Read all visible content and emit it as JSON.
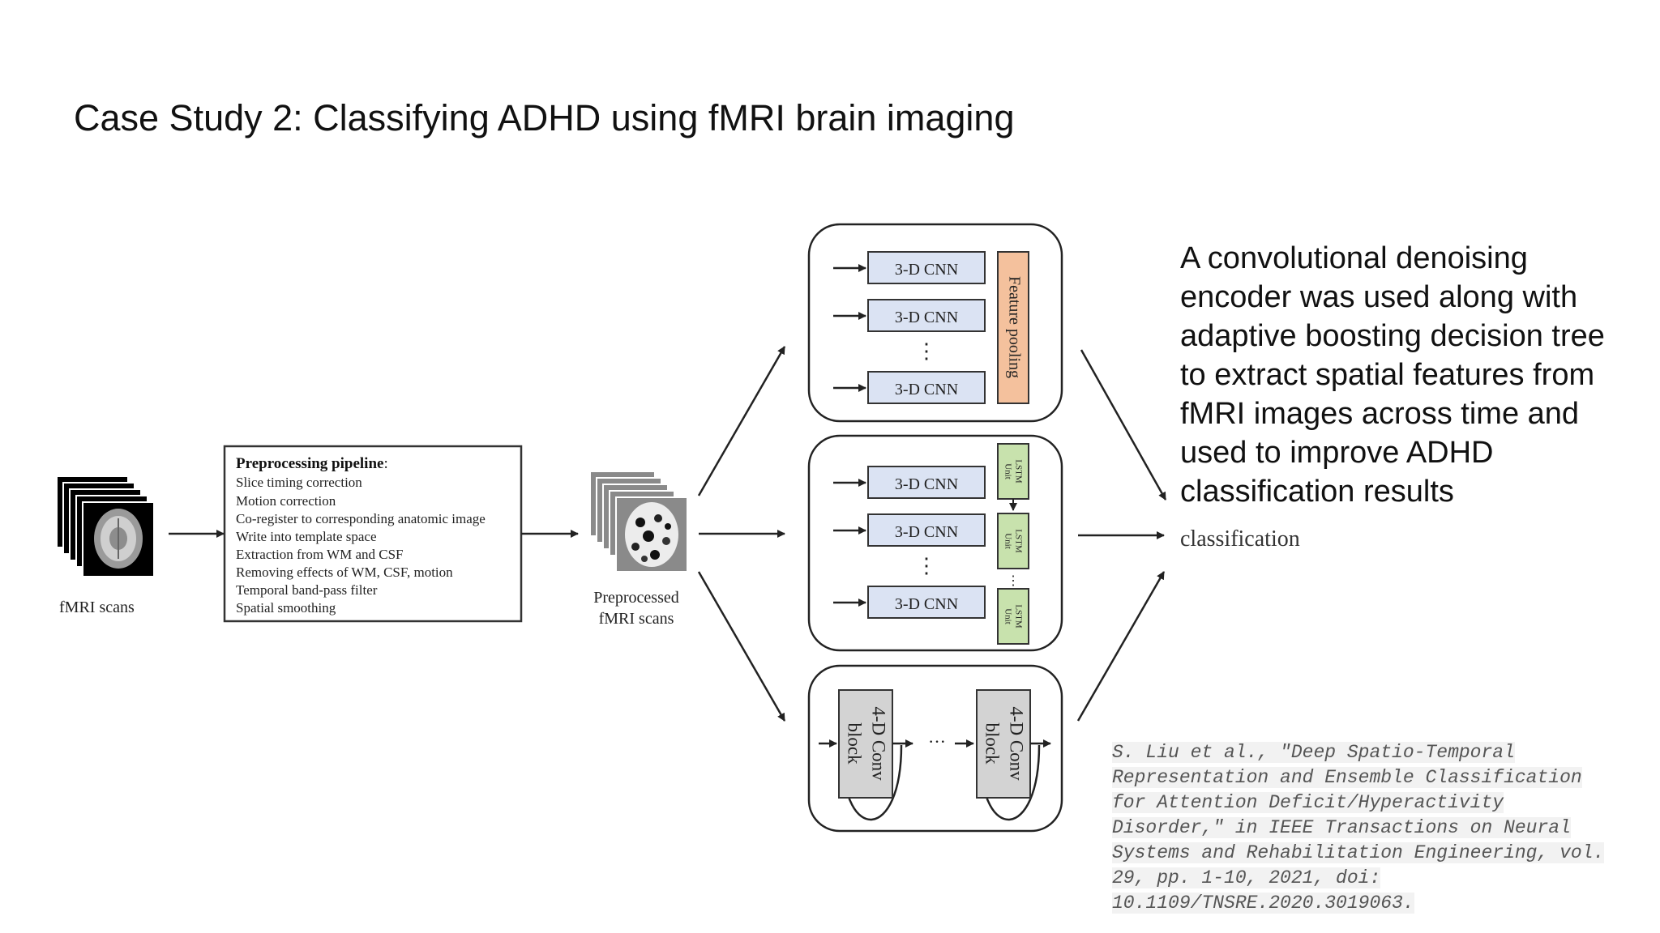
{
  "slide": {
    "title": "Case Study 2: Classifying ADHD using fMRI brain imaging",
    "description": "A convolutional denoising encoder was used along with adaptive boosting decision tree to extract spatial features from fMRI images across time and used to improve ADHD classification results",
    "citation": [
      "S. Liu et al., \"Deep Spatio-Temporal",
      "Representation and Ensemble Classification",
      "for Attention Deficit/Hyperactivity",
      "Disorder,\" in IEEE Transactions on Neural",
      "Systems and Rehabilitation Engineering, vol.",
      "29, pp. 1-10, 2021, doi:",
      "10.1109/TNSRE.2020.3019063."
    ]
  },
  "diagram": {
    "input_label": "fMRI scans",
    "pipeline": {
      "title": "Preprocessing pipeline",
      "steps": [
        "Slice timing correction",
        "Motion correction",
        "Co-register to corresponding anatomic image",
        "Write into template space",
        "Extraction from WM and CSF",
        "Removing effects of WM, CSF, motion",
        "Temporal band-pass filter",
        "Spatial smoothing"
      ]
    },
    "preprocessed_label": [
      "Preprocessed",
      "fMRI scans"
    ],
    "cnn_label": "3-D CNN",
    "ellipsis": "⋮",
    "h_ellipsis": "···",
    "feature_pooling": "Feature pooling",
    "lstm_label": [
      "LSTM",
      "Unit"
    ],
    "conv4d_label": [
      "4-D Conv",
      "block"
    ],
    "output_label": "classification",
    "colors": {
      "cnn_fill": "#dbe3f3",
      "pooling_fill": "#f4c19d",
      "lstm_fill": "#c8e2ad",
      "conv_fill": "#d3d3d3"
    }
  }
}
